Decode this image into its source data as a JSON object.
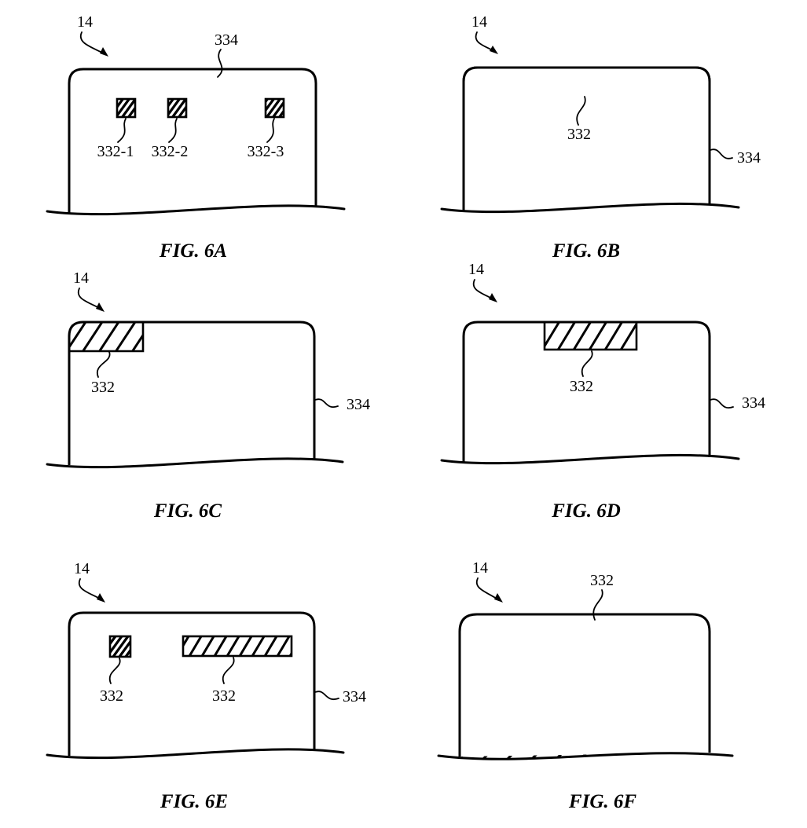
{
  "sheet": {
    "background_color": "#ffffff",
    "ink_color": "#000000",
    "figures": [
      {
        "id": "6A",
        "caption": "FIG. 6A",
        "device_ref": "14",
        "surface_ref": "334",
        "region_refs": [
          "332-1",
          "332-2",
          "332-3"
        ]
      },
      {
        "id": "6B",
        "caption": "FIG. 6B",
        "device_ref": "14",
        "surface_ref": "334",
        "region_refs": [
          "332"
        ]
      },
      {
        "id": "6C",
        "caption": "FIG. 6C",
        "device_ref": "14",
        "surface_ref": "334",
        "region_refs": [
          "332"
        ]
      },
      {
        "id": "6D",
        "caption": "FIG. 6D",
        "device_ref": "14",
        "surface_ref": "334",
        "region_refs": [
          "332"
        ]
      },
      {
        "id": "6E",
        "caption": "FIG. 6E",
        "device_ref": "14",
        "surface_ref": "334",
        "region_refs": [
          "332",
          "332"
        ]
      },
      {
        "id": "6F",
        "caption": "FIG. 6F",
        "device_ref": "14",
        "region_refs": [
          "332"
        ]
      }
    ]
  }
}
